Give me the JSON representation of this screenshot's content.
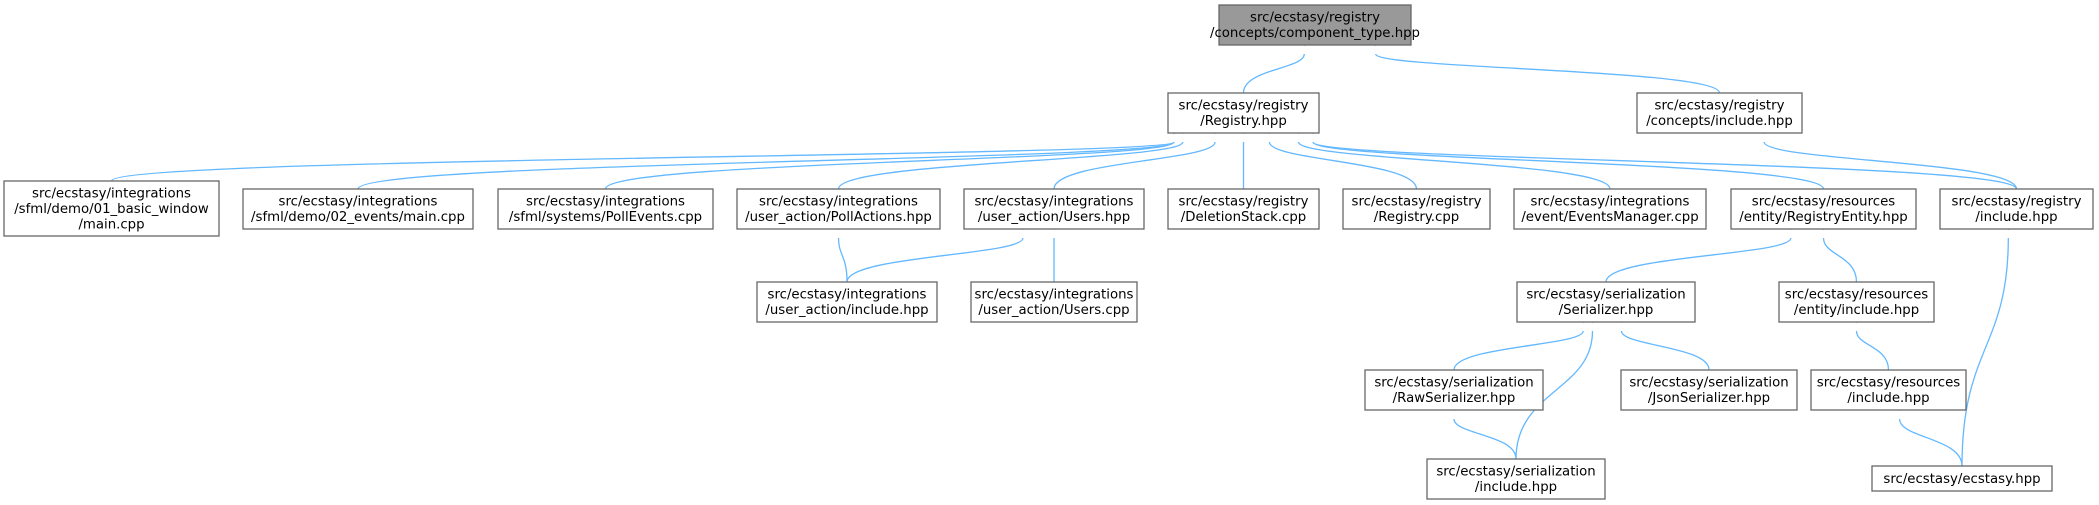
{
  "nodes": [
    {
      "id": "component_type",
      "lines": [
        "src/ecstasy/registry",
        "/concepts/component_type.hpp"
      ],
      "root": true
    },
    {
      "id": "registry_hpp",
      "lines": [
        "src/ecstasy/registry",
        "/Registry.hpp"
      ]
    },
    {
      "id": "concepts_include",
      "lines": [
        "src/ecstasy/registry",
        "/concepts/include.hpp"
      ]
    },
    {
      "id": "basic_window",
      "lines": [
        "src/ecstasy/integrations",
        "/sfml/demo/01_basic_window",
        "/main.cpp"
      ]
    },
    {
      "id": "events_main",
      "lines": [
        "src/ecstasy/integrations",
        "/sfml/demo/02_events/main.cpp"
      ]
    },
    {
      "id": "poll_events",
      "lines": [
        "src/ecstasy/integrations",
        "/sfml/systems/PollEvents.cpp"
      ]
    },
    {
      "id": "poll_actions",
      "lines": [
        "src/ecstasy/integrations",
        "/user_action/PollActions.hpp"
      ]
    },
    {
      "id": "users_hpp",
      "lines": [
        "src/ecstasy/integrations",
        "/user_action/Users.hpp"
      ]
    },
    {
      "id": "deletion_stack",
      "lines": [
        "src/ecstasy/registry",
        "/DeletionStack.cpp"
      ]
    },
    {
      "id": "registry_cpp",
      "lines": [
        "src/ecstasy/registry",
        "/Registry.cpp"
      ]
    },
    {
      "id": "events_manager",
      "lines": [
        "src/ecstasy/integrations",
        "/event/EventsManager.cpp"
      ]
    },
    {
      "id": "registry_entity",
      "lines": [
        "src/ecstasy/resources",
        "/entity/RegistryEntity.hpp"
      ]
    },
    {
      "id": "registry_include",
      "lines": [
        "src/ecstasy/registry",
        "/include.hpp"
      ]
    },
    {
      "id": "user_action_include",
      "lines": [
        "src/ecstasy/integrations",
        "/user_action/include.hpp"
      ]
    },
    {
      "id": "users_cpp",
      "lines": [
        "src/ecstasy/integrations",
        "/user_action/Users.cpp"
      ]
    },
    {
      "id": "serializer",
      "lines": [
        "src/ecstasy/serialization",
        "/Serializer.hpp"
      ]
    },
    {
      "id": "entity_include",
      "lines": [
        "src/ecstasy/resources",
        "/entity/include.hpp"
      ]
    },
    {
      "id": "raw_serializer",
      "lines": [
        "src/ecstasy/serialization",
        "/RawSerializer.hpp"
      ]
    },
    {
      "id": "json_serializer",
      "lines": [
        "src/ecstasy/serialization",
        "/JsonSerializer.hpp"
      ]
    },
    {
      "id": "resources_include",
      "lines": [
        "src/ecstasy/resources",
        "/include.hpp"
      ]
    },
    {
      "id": "serialization_include",
      "lines": [
        "src/ecstasy/serialization",
        "/include.hpp"
      ]
    },
    {
      "id": "ecstasy_hpp",
      "lines": [
        "src/ecstasy/ecstasy.hpp"
      ]
    }
  ],
  "edges": [
    {
      "from": "registry_hpp",
      "to": "component_type"
    },
    {
      "from": "concepts_include",
      "to": "component_type"
    },
    {
      "from": "basic_window",
      "to": "registry_hpp"
    },
    {
      "from": "events_main",
      "to": "registry_hpp"
    },
    {
      "from": "poll_events",
      "to": "registry_hpp"
    },
    {
      "from": "poll_actions",
      "to": "registry_hpp"
    },
    {
      "from": "users_hpp",
      "to": "registry_hpp"
    },
    {
      "from": "deletion_stack",
      "to": "registry_hpp"
    },
    {
      "from": "registry_cpp",
      "to": "registry_hpp"
    },
    {
      "from": "events_manager",
      "to": "registry_hpp"
    },
    {
      "from": "registry_entity",
      "to": "registry_hpp"
    },
    {
      "from": "registry_include",
      "to": "registry_hpp"
    },
    {
      "from": "registry_include",
      "to": "concepts_include"
    },
    {
      "from": "user_action_include",
      "to": "poll_actions"
    },
    {
      "from": "user_action_include",
      "to": "users_hpp"
    },
    {
      "from": "users_cpp",
      "to": "users_hpp"
    },
    {
      "from": "serializer",
      "to": "registry_entity"
    },
    {
      "from": "entity_include",
      "to": "registry_entity"
    },
    {
      "from": "ecstasy_hpp",
      "to": "registry_include"
    },
    {
      "from": "raw_serializer",
      "to": "serializer"
    },
    {
      "from": "json_serializer",
      "to": "serializer"
    },
    {
      "from": "serialization_include",
      "to": "serializer"
    },
    {
      "from": "serialization_include",
      "to": "raw_serializer"
    },
    {
      "from": "resources_include",
      "to": "entity_include"
    },
    {
      "from": "ecstasy_hpp",
      "to": "resources_include"
    }
  ]
}
